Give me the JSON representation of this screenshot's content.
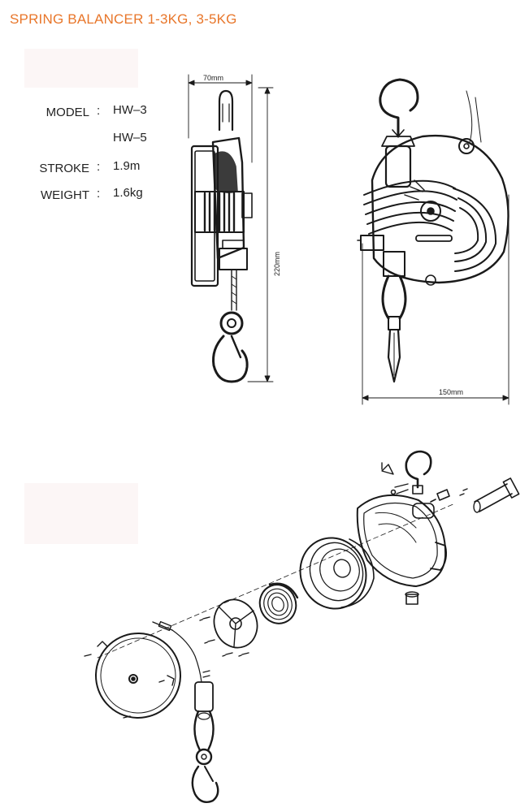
{
  "title": "SPRING BALANCER 1-3KG, 3-5KG",
  "specs": [
    {
      "label": "MODEL",
      "sep": ":",
      "value": "HW–3"
    },
    {
      "label": "",
      "sep": "",
      "value": "HW–5"
    },
    {
      "label": "STROKE",
      "sep": ":",
      "value": "1.9m"
    },
    {
      "label": "WEIGHT",
      "sep": ":",
      "value": "1.6kg"
    }
  ],
  "dimensions": {
    "width_side": "70mm",
    "height": "220mm",
    "width_front": "150mm"
  },
  "colors": {
    "title": "#e8762a",
    "line": "#1a1a1a"
  }
}
